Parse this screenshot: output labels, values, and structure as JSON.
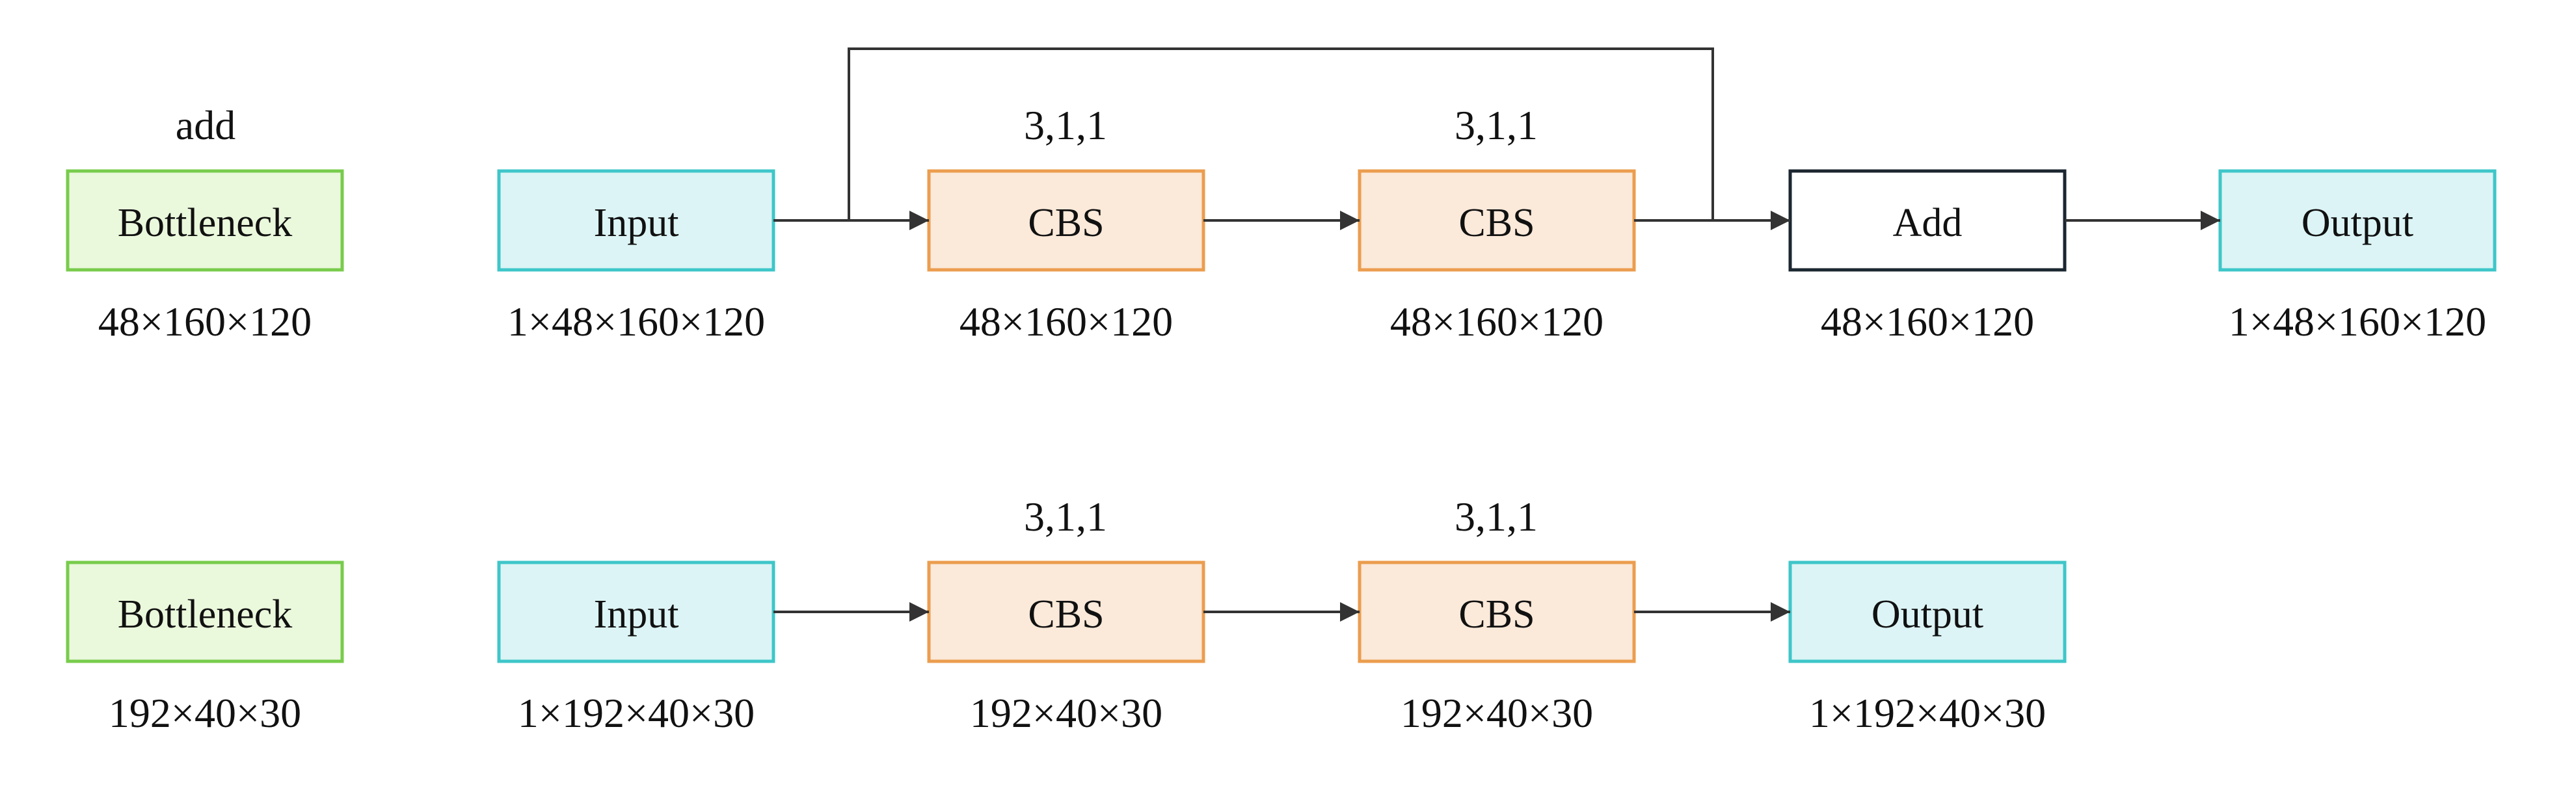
{
  "colors": {
    "bottleneck_fill": "#eaf8dc",
    "bottleneck_stroke": "#78cc4c",
    "io_fill": "#dcf4f5",
    "io_stroke": "#3ec6c9",
    "cbs_fill": "#fbe9d9",
    "cbs_stroke": "#eb9d4e",
    "add_fill": "#ffffff",
    "add_stroke": "#1b2630",
    "arrow": "#333333"
  },
  "row1": {
    "mode": "add",
    "bottleneck": {
      "label": "Bottleneck",
      "shape": "48×160×120"
    },
    "input": {
      "label": "Input",
      "shape": "1×48×160×120"
    },
    "cbs1": {
      "label": "CBS",
      "params": "3,1,1",
      "shape": "48×160×120"
    },
    "cbs2": {
      "label": "CBS",
      "params": "3,1,1",
      "shape": "48×160×120"
    },
    "add": {
      "label": "Add",
      "shape": "48×160×120"
    },
    "output": {
      "label": "Output",
      "shape": "1×48×160×120"
    }
  },
  "row2": {
    "bottleneck": {
      "label": "Bottleneck",
      "shape": "192×40×30"
    },
    "input": {
      "label": "Input",
      "shape": "1×192×40×30"
    },
    "cbs1": {
      "label": "CBS",
      "params": "3,1,1",
      "shape": "192×40×30"
    },
    "cbs2": {
      "label": "CBS",
      "params": "3,1,1",
      "shape": "192×40×30"
    },
    "output": {
      "label": "Output",
      "shape": "1×192×40×30"
    }
  }
}
